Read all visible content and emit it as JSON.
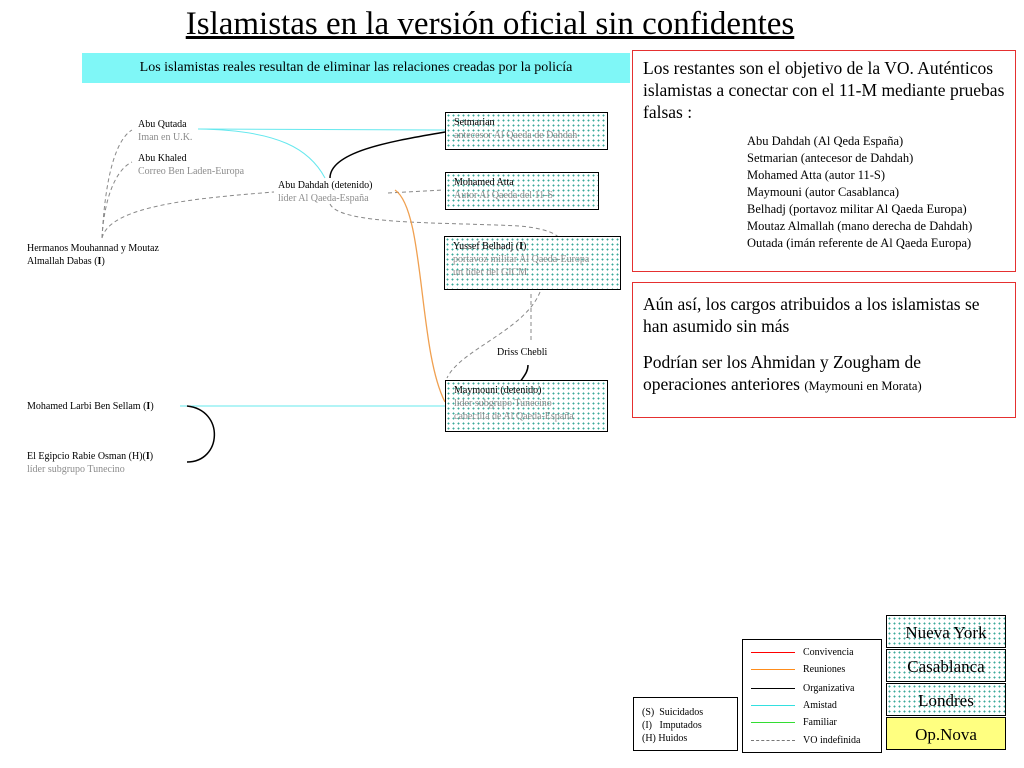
{
  "title": "Islamistas en la versión oficial sin confidentes",
  "banner": "Los islamistas reales resultan de eliminar las relaciones creadas por la policía",
  "nodes": {
    "abu_qutada": {
      "name": "Abu Qutada",
      "role": "Iman en U.K."
    },
    "abu_khaled": {
      "name": "Abu Khaled",
      "role": "Correo Ben Laden-Europa"
    },
    "abu_dahdah": {
      "name": "Abu Dahdah (detenido)",
      "role": "líder Al Qaeda-España"
    },
    "hermanos": {
      "line1": "Hermanos Mouhannad y Moutaz",
      "line2": "Almallah Dabas (",
      "tag": "I",
      "close": ")"
    },
    "setmarian": {
      "name": "Setmarian",
      "role": "antecesor Al Qaeda de Dahdah"
    },
    "mohamed_atta": {
      "name": "Mohamed Atta",
      "role": "Autor Al Qaeda del 11-S"
    },
    "yussef": {
      "name": "Yussef Belhadj (",
      "tag": "I",
      "close": ")",
      "role1": "portavoz militar Al Qaeda-Europa",
      "role2": "un líder del GICM"
    },
    "driss": {
      "name": "Driss Chebli"
    },
    "maymouni": {
      "name": "Maymouni (detenido)",
      "role1": "líder subgrupo Tunecino",
      "role2": "cabecilla de Al Qaeda-España"
    },
    "larbi": {
      "name": "Mohamed Larbi Ben Sellam (",
      "tag": "I",
      "close": ")"
    },
    "egipcio": {
      "name": "El Egipcio Rabie Osman (H)(",
      "tag": "I",
      "close": ")",
      "role": "líder subgrupo Tunecino"
    }
  },
  "panel1": {
    "lead": "Los restantes son el objetivo de la VO. Auténticos islamistas a conectar con el 11-M mediante pruebas falsas :",
    "items": [
      "Abu Dahdah (Al Qeda España)",
      "Setmarian (antecesor de Dahdah)",
      "Mohamed Atta (autor 11-S)",
      "Maymouni (autor Casablanca)",
      "Belhadj (portavoz militar Al Qaeda Europa)",
      "Moutaz Almallah (mano derecha de Dahdah)",
      "Outada (imán referente de Al Qaeda Europa)"
    ]
  },
  "panel2": {
    "p1": "Aún así, los cargos atribuidos a los islamistas se han asumido sin más",
    "p2": "Podrían ser los Ahmidan y Zougham de operaciones anteriores",
    "p2_small": "(Maymouni en Morata)"
  },
  "legend": {
    "items": [
      {
        "label": "Convivencia",
        "color": "#ff0000",
        "style": "solid"
      },
      {
        "label": "Reuniones",
        "color": "#ff8c1a",
        "style": "solid"
      },
      {
        "label": "Organizativa",
        "color": "#000000",
        "style": "solid"
      },
      {
        "label": "Amistad",
        "color": "#33e0e0",
        "style": "solid"
      },
      {
        "label": "Familiar",
        "color": "#33dd33",
        "style": "solid"
      },
      {
        "label": "VO indefinida",
        "color": "#777777",
        "style": "dashed"
      }
    ]
  },
  "abbreviations": [
    "(S)  Suicidados",
    "(I)   Imputados",
    "(H) Huidos"
  ],
  "cities": [
    {
      "label": "Nueva York",
      "fill": "dots"
    },
    {
      "label": "Casablanca",
      "fill": "dots"
    },
    {
      "label": "Londres",
      "fill": "dots"
    },
    {
      "label": "Op.Nova",
      "fill": "#ffff80"
    }
  ],
  "colors": {
    "banner": "#7ff7f7",
    "panel_border": "#e53030",
    "orange": "#f0a050",
    "cyan": "#66e8ee"
  }
}
